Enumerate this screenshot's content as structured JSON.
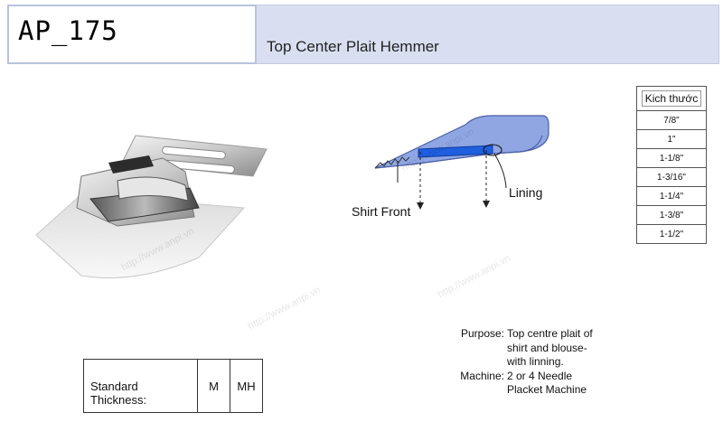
{
  "header": {
    "code": "AP_175",
    "title": "Top Center Plait Hemmer"
  },
  "diagram": {
    "shirt_front_label": "Shirt Front",
    "lining_label": "Lining"
  },
  "size_table": {
    "header": "Kich thước",
    "sizes": [
      "7/8\"",
      "1\"",
      "1-1/8\"",
      "1-3/16\"",
      "1-1/4\"",
      "1-3/8\"",
      "1-1/2\""
    ]
  },
  "thickness": {
    "label": "Standard Thickness:",
    "values": [
      "M",
      "MH"
    ]
  },
  "description": {
    "purpose_key": "Purpose:",
    "purpose_lines": [
      "Top centre plait of",
      "shirt and blouse-",
      "with linning."
    ],
    "machine_key": "Machine:",
    "machine_lines": [
      "2 or 4 Needle",
      "Placket Machine"
    ]
  },
  "watermark": "http://www.anpi.vn",
  "colors": {
    "header_bg": "#d9dff0",
    "fabric_blue": "#8fa6e3",
    "lining_blue": "#1f5fe0"
  }
}
